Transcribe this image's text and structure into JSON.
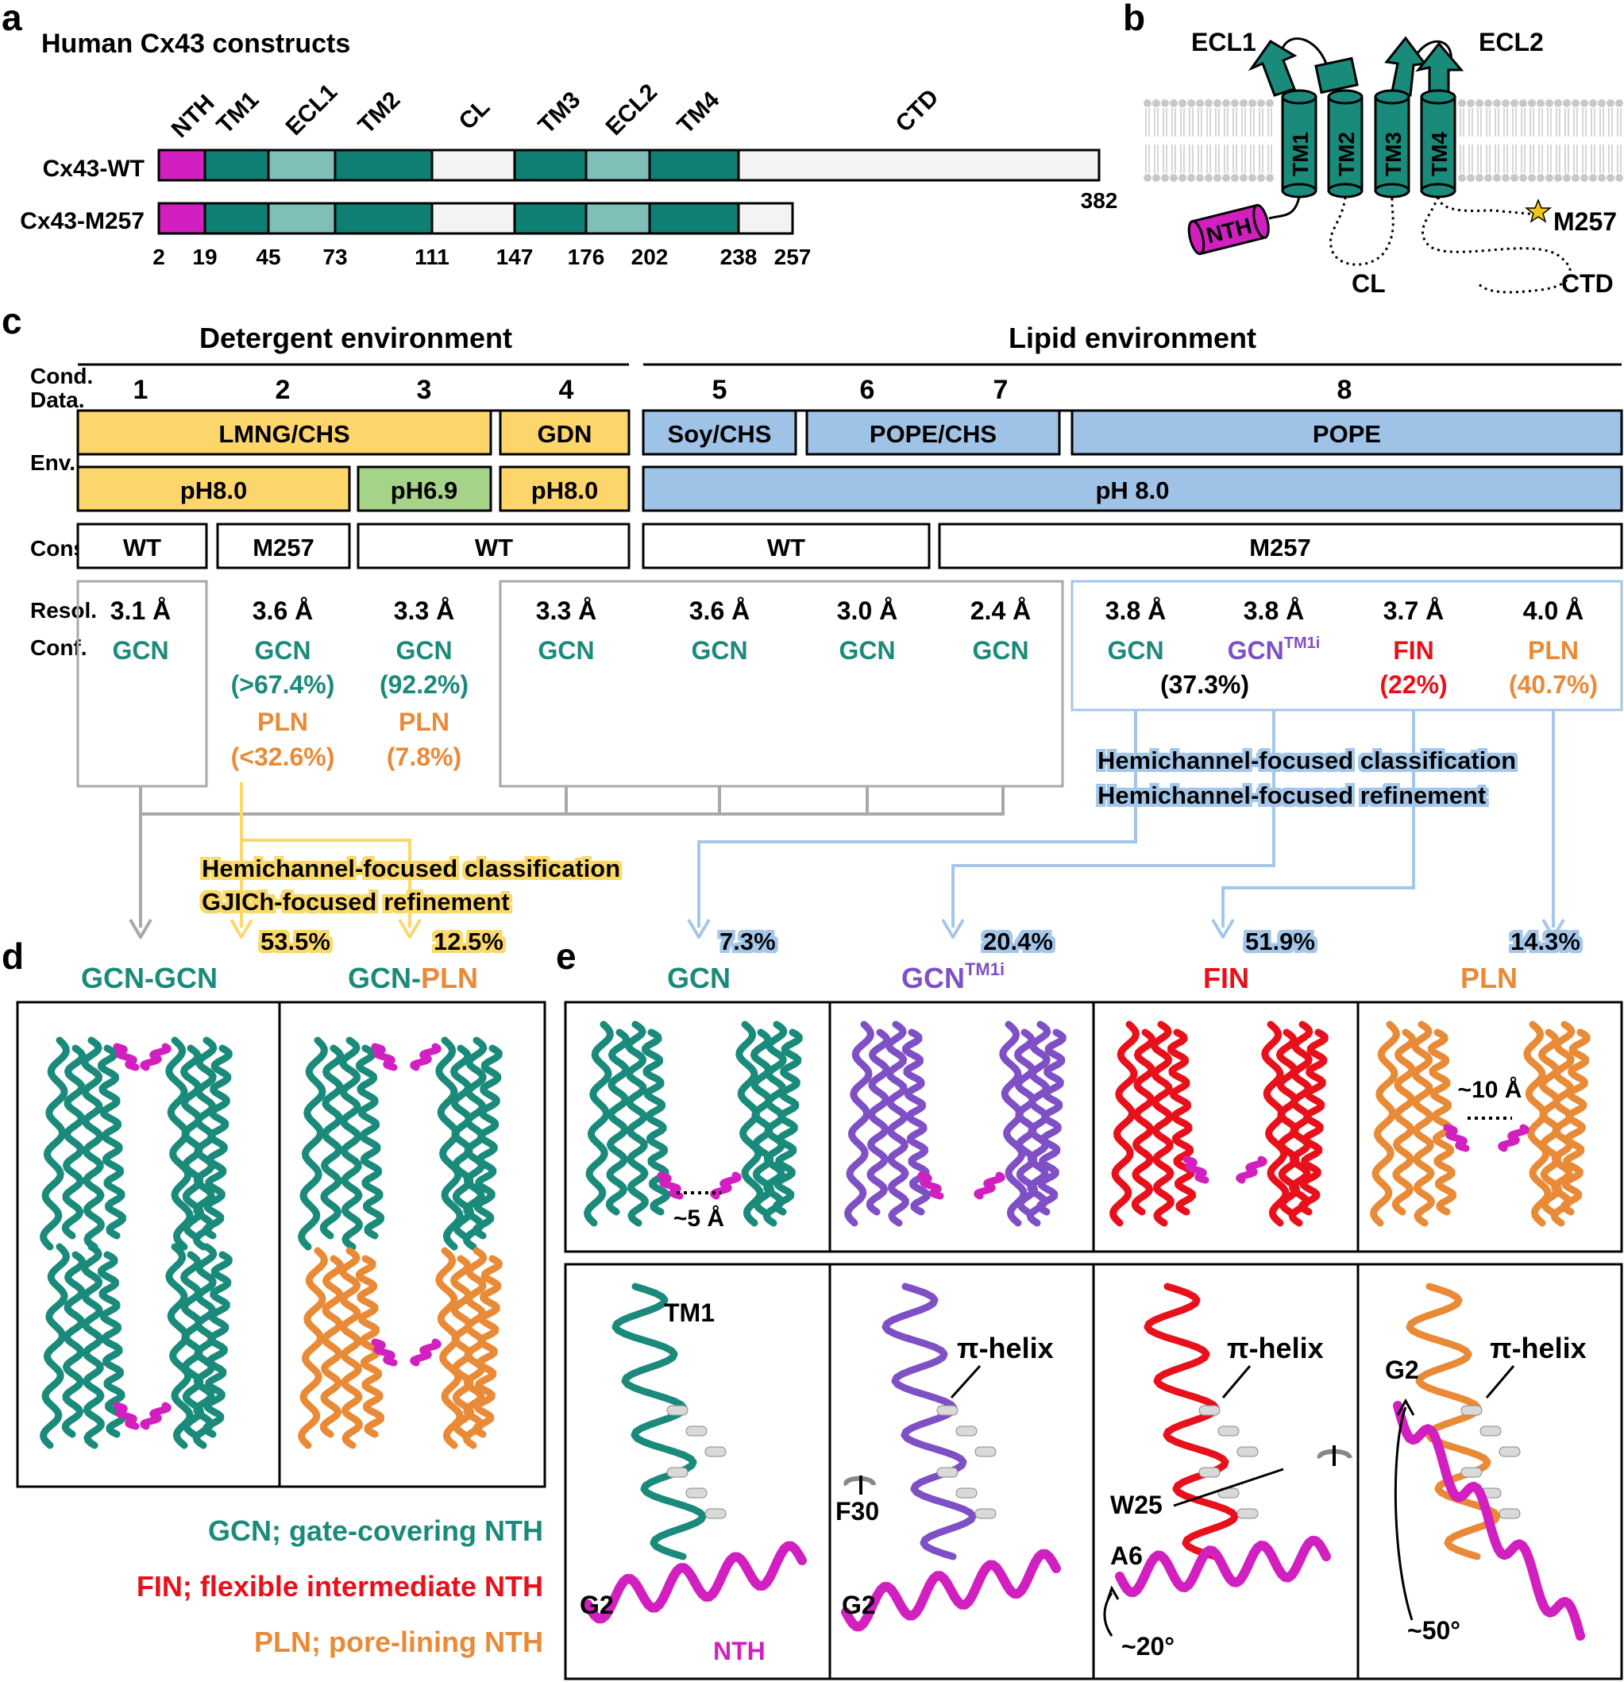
{
  "colors": {
    "teal": "#1a8a7a",
    "teal_dark": "#0f7f74",
    "teal_light": "#7fbfb8",
    "magenta": "#d21fc0",
    "gray_block": "#f3f3f3",
    "yellow": "#fcd66b",
    "green": "#a6d38a",
    "blue": "#9fc3e6",
    "red": "#e8101a",
    "orange": "#e98a36",
    "purple": "#7f4fc5",
    "sand_yellow": "#fbd86a",
    "line_gray": "#a8a8a8",
    "line_blue": "#a4c7e9"
  },
  "panel_a": {
    "letter": "a",
    "title": "Human Cx43 constructs",
    "domain_labels": [
      "NTH",
      "TM1",
      "ECL1",
      "TM2",
      "CL",
      "TM3",
      "ECL2",
      "TM4",
      "CTD"
    ],
    "constructs": [
      {
        "name": "Cx43-WT",
        "end": "382"
      },
      {
        "name": "Cx43-M257"
      }
    ],
    "positions": [
      "2",
      "19",
      "45",
      "73",
      "111",
      "147",
      "176",
      "202",
      "238",
      "257"
    ]
  },
  "panel_b": {
    "letter": "b",
    "labels": {
      "ecl1": "ECL1",
      "ecl2": "ECL2",
      "tm1": "TM1",
      "tm2": "TM2",
      "tm3": "TM3",
      "tm4": "TM4",
      "nth": "NTH",
      "cl": "CL",
      "ctd": "CTD",
      "m257": "M257"
    },
    "star_icon": "star-icon"
  },
  "panel_c": {
    "letter": "c",
    "detergent": "Detergent environment",
    "lipid": "Lipid environment",
    "row_labels": {
      "cond": "Cond.",
      "data": "Data.",
      "env": "Env.",
      "cons": "Cons.",
      "resol": "Resol.",
      "conf": "Conf."
    },
    "conditions": [
      "1",
      "2",
      "3",
      "4",
      "5",
      "6",
      "7",
      "8"
    ],
    "detergents": [
      "LMNG/CHS",
      "GDN",
      "Soy/CHS",
      "POPE/CHS",
      "POPE"
    ],
    "ph": [
      "pH8.0",
      "pH6.9",
      "pH8.0",
      "pH 8.0"
    ],
    "constructs": [
      "WT",
      "M257",
      "WT",
      "WT",
      "M257"
    ],
    "resolutions": [
      "3.1 Å",
      "3.6 Å",
      "3.3 Å",
      "3.3 Å",
      "3.6 Å",
      "3.0 Å",
      "2.4 Å",
      "3.8 Å",
      "3.8 Å",
      "3.7 Å",
      "4.0 Å"
    ],
    "conf": {
      "gcn": "GCN",
      "pln": "PLN",
      "fin": "FIN",
      "gcn_tm1i_base": "GCN",
      "tm1i_sup": "TM1i",
      "c2_gcn_pct": "(>67.4%)",
      "c2_pln_pct": "(<32.6%)",
      "c3_gcn_pct": "(92.2%)",
      "c3_pln_pct": "(7.8%)",
      "c8_gcn_pct": "(37.3%)",
      "c8_fin_pct": "(22%)",
      "c8_pln_pct": "(40.7%)"
    },
    "blue_process": [
      "Hemichannel-focused classification",
      "Hemichannel-focused refinement"
    ],
    "yellow_process": [
      "Hemichannel-focused classification",
      "GJICh-focused refinement"
    ],
    "yellow_pct": [
      "53.5%",
      "12.5%"
    ],
    "blue_pct": [
      "7.3%",
      "20.4%",
      "51.9%",
      "14.3%"
    ]
  },
  "panel_d": {
    "letter": "d",
    "title_left": "GCN-GCN",
    "title_right_a": "GCN-",
    "title_right_b": "PLN",
    "legend": [
      "GCN; gate-covering NTH",
      "FIN; flexible intermediate NTH",
      "PLN; pore-lining NTH"
    ]
  },
  "panel_e": {
    "letter": "e",
    "titles": [
      "GCN",
      "GCN",
      "FIN",
      "PLN"
    ],
    "tm1i_sup": "TM1i",
    "dist_5": "~5 Å",
    "dist_10": "~10 Å",
    "labels": {
      "tm1": "TM1",
      "nth": "NTH",
      "g2": "G2",
      "pi_helix": "π-helix",
      "f30": "F30",
      "w25": "W25",
      "a6": "A6",
      "angle20": "~20°",
      "angle50": "~50°"
    }
  }
}
